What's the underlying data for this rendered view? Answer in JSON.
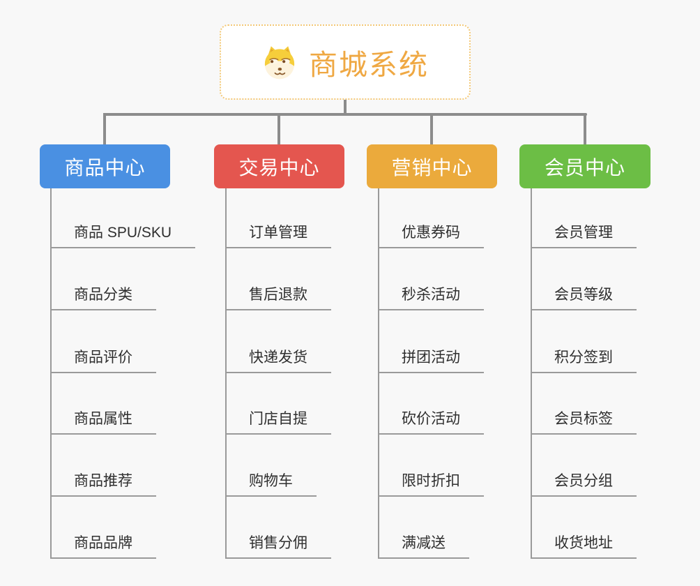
{
  "root": {
    "title": "商城系统",
    "icon": "doge-icon"
  },
  "colors": {
    "root_accent": "#EFA843",
    "root_border": "#F3C876",
    "connector_gray": "#8C8C8C",
    "leaf_line_gray": "#9A9A9A",
    "branch_blue": "#4A90E2",
    "branch_red": "#E4564F",
    "branch_amber": "#EBAA3C",
    "branch_green": "#6CBE45",
    "background": "#F8F8F8"
  },
  "branches": [
    {
      "label": "商品中心",
      "color": "#4A90E2",
      "children": [
        "商品 SPU/SKU",
        "商品分类",
        "商品评价",
        "商品属性",
        "商品推荐",
        "商品品牌"
      ]
    },
    {
      "label": "交易中心",
      "color": "#E4564F",
      "children": [
        "订单管理",
        "售后退款",
        "快递发货",
        "门店自提",
        "购物车",
        "销售分佣"
      ]
    },
    {
      "label": "营销中心",
      "color": "#EBAA3C",
      "children": [
        "优惠券码",
        "秒杀活动",
        "拼团活动",
        "砍价活动",
        "限时折扣",
        "满减送"
      ]
    },
    {
      "label": "会员中心",
      "color": "#6CBE45",
      "children": [
        "会员管理",
        "会员等级",
        "积分签到",
        "会员标签",
        "会员分组",
        "收货地址"
      ]
    }
  ]
}
